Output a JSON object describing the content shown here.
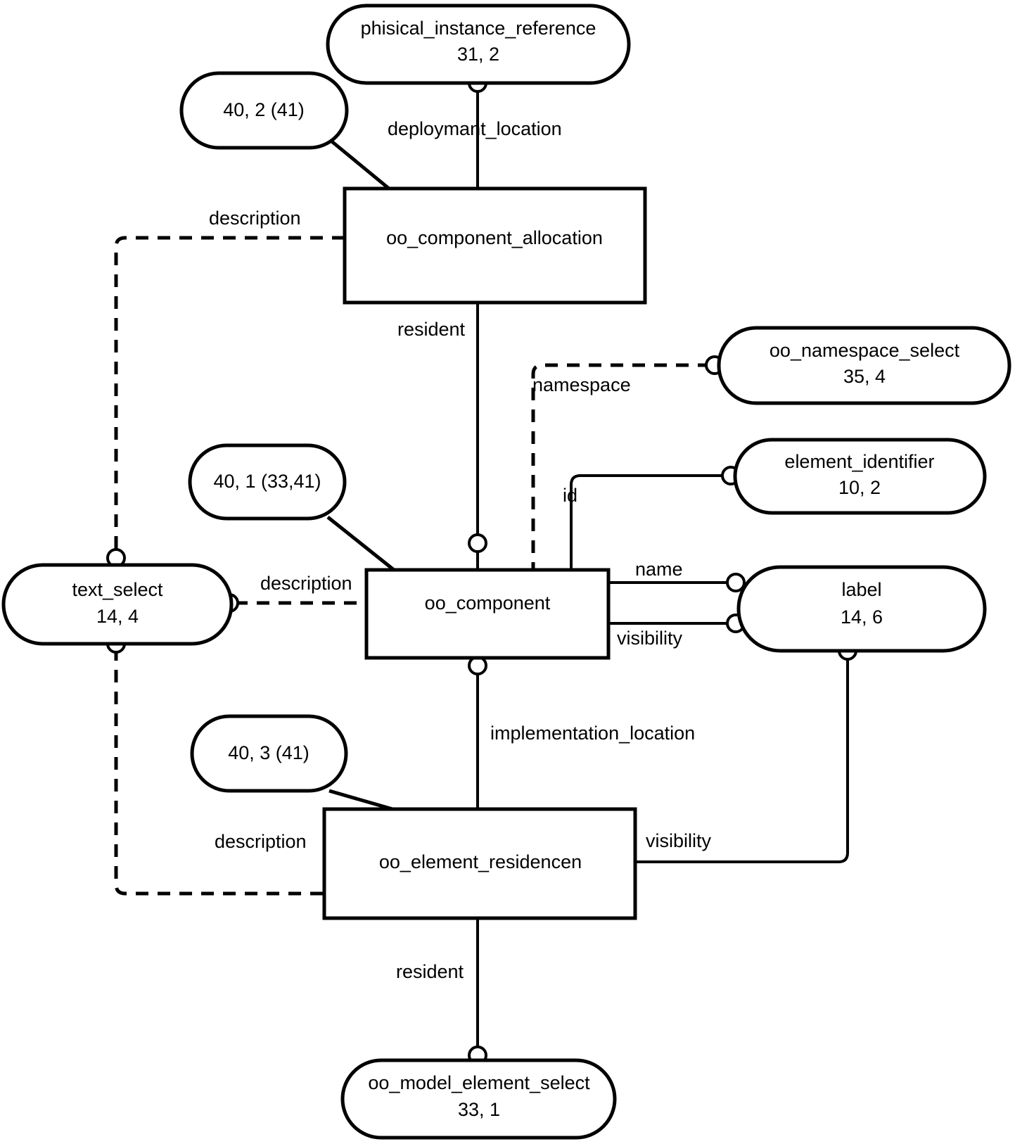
{
  "diagram": {
    "type": "express-g-entity-relationship",
    "title": "",
    "entities": [
      {
        "id": "phisical_instance_reference",
        "name": "phisical_instance_reference",
        "page_ref": "31, 2",
        "shape": "rounded",
        "kind": "select-type"
      },
      {
        "id": "ref_40_2_41",
        "name": "40, 2 (41)",
        "page_ref": "",
        "shape": "rounded",
        "kind": "page-reference"
      },
      {
        "id": "oo_component_allocation",
        "name": "oo_component_allocation",
        "page_ref": "",
        "shape": "rectangle",
        "kind": "entity"
      },
      {
        "id": "oo_namespace_select",
        "name": "oo_namespace_select",
        "page_ref": "35, 4",
        "shape": "rounded",
        "kind": "select-type"
      },
      {
        "id": "ref_40_1_33_41",
        "name": "40, 1 (33,41)",
        "page_ref": "",
        "shape": "rounded",
        "kind": "page-reference"
      },
      {
        "id": "element_identifier",
        "name": "element_identifier",
        "page_ref": "10, 2",
        "shape": "rounded",
        "kind": "defined-type"
      },
      {
        "id": "text_select",
        "name": "text_select",
        "page_ref": "14, 4",
        "shape": "rounded",
        "kind": "select-type"
      },
      {
        "id": "oo_component",
        "name": "oo_component",
        "page_ref": "",
        "shape": "rectangle",
        "kind": "entity"
      },
      {
        "id": "label",
        "name": "label",
        "page_ref": "14, 6",
        "shape": "rounded",
        "kind": "defined-type"
      },
      {
        "id": "ref_40_3_41",
        "name": "40, 3 (41)",
        "page_ref": "",
        "shape": "rounded",
        "kind": "page-reference"
      },
      {
        "id": "oo_element_residencen",
        "name": "oo_element_residencen",
        "page_ref": "",
        "shape": "rectangle",
        "kind": "entity"
      },
      {
        "id": "oo_model_element_select",
        "name": "oo_model_element_select",
        "page_ref": "33, 1",
        "shape": "rounded",
        "kind": "select-type"
      }
    ],
    "relationships": [
      {
        "id": "deploymant_location",
        "label": "deploymant_location",
        "from": "oo_component_allocation",
        "to": "phisical_instance_reference",
        "style": "solid"
      },
      {
        "id": "description_alloc",
        "label": "description",
        "from": "oo_component_allocation",
        "to": "text_select",
        "style": "dashed"
      },
      {
        "id": "resident_alloc",
        "label": "resident",
        "from": "oo_component_allocation",
        "to": "oo_component",
        "style": "solid"
      },
      {
        "id": "namespace",
        "label": "namespace",
        "from": "oo_component",
        "to": "oo_namespace_select",
        "style": "dashed"
      },
      {
        "id": "id",
        "label": "id",
        "from": "oo_component",
        "to": "element_identifier",
        "style": "solid"
      },
      {
        "id": "description_component",
        "label": "description",
        "from": "oo_component",
        "to": "text_select",
        "style": "dashed"
      },
      {
        "id": "name",
        "label": "name",
        "from": "oo_component",
        "to": "label",
        "style": "solid"
      },
      {
        "id": "visibility_component",
        "label": "visibility",
        "from": "oo_component",
        "to": "label",
        "style": "solid"
      },
      {
        "id": "implementation_location",
        "label": "implementation_location",
        "from": "oo_element_residencen",
        "to": "oo_component",
        "style": "solid"
      },
      {
        "id": "description_residence",
        "label": "description",
        "from": "oo_element_residencen",
        "to": "text_select",
        "style": "dashed"
      },
      {
        "id": "visibility_residence",
        "label": "visibility",
        "from": "oo_element_residencen",
        "to": "label",
        "style": "solid"
      },
      {
        "id": "resident_residence",
        "label": "resident",
        "from": "oo_element_residencen",
        "to": "oo_model_element_select",
        "style": "solid"
      }
    ],
    "colors": {
      "stroke": "#000000",
      "fill": "#ffffff",
      "text": "#000000"
    }
  }
}
